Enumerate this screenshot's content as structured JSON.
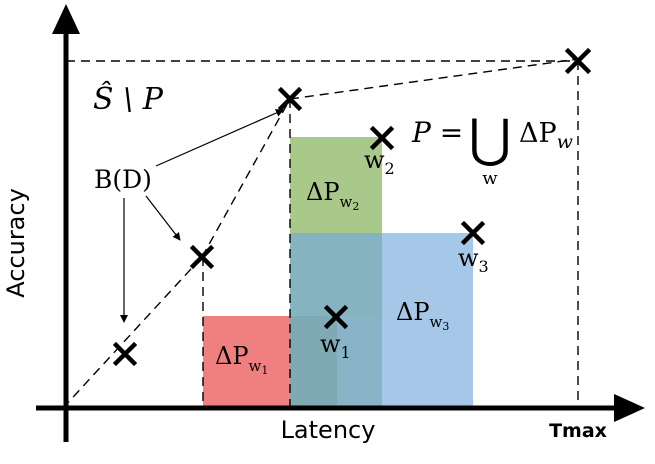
{
  "axes": {
    "y_label": "Accuracy",
    "x_label": "Latency",
    "x_max_label": "Tmax"
  },
  "labels": {
    "s_minus_p": "Ŝ \\ P",
    "bd": "B(D)",
    "union_lhs": "P =",
    "union_symbol": "⋃",
    "union_sub": "w",
    "union_rhs": "ΔP",
    "union_rhs_sub": "w"
  },
  "regions": [
    {
      "id": "w1",
      "delta": "ΔP",
      "sub": "w",
      "idx": "1",
      "color": "#f08080"
    },
    {
      "id": "w2",
      "delta": "ΔP",
      "sub": "w",
      "idx": "2",
      "color": "#a9c98a"
    },
    {
      "id": "w3",
      "delta": "ΔP",
      "sub": "w",
      "idx": "3",
      "color": "#a6c8e8"
    }
  ],
  "points": [
    {
      "id": "w1",
      "label": "w",
      "idx": "1"
    },
    {
      "id": "w2",
      "label": "w",
      "idx": "2"
    },
    {
      "id": "w3",
      "label": "w",
      "idx": "3"
    }
  ],
  "colors": {
    "overlap": "#7fa9b3",
    "axis": "#000000"
  }
}
